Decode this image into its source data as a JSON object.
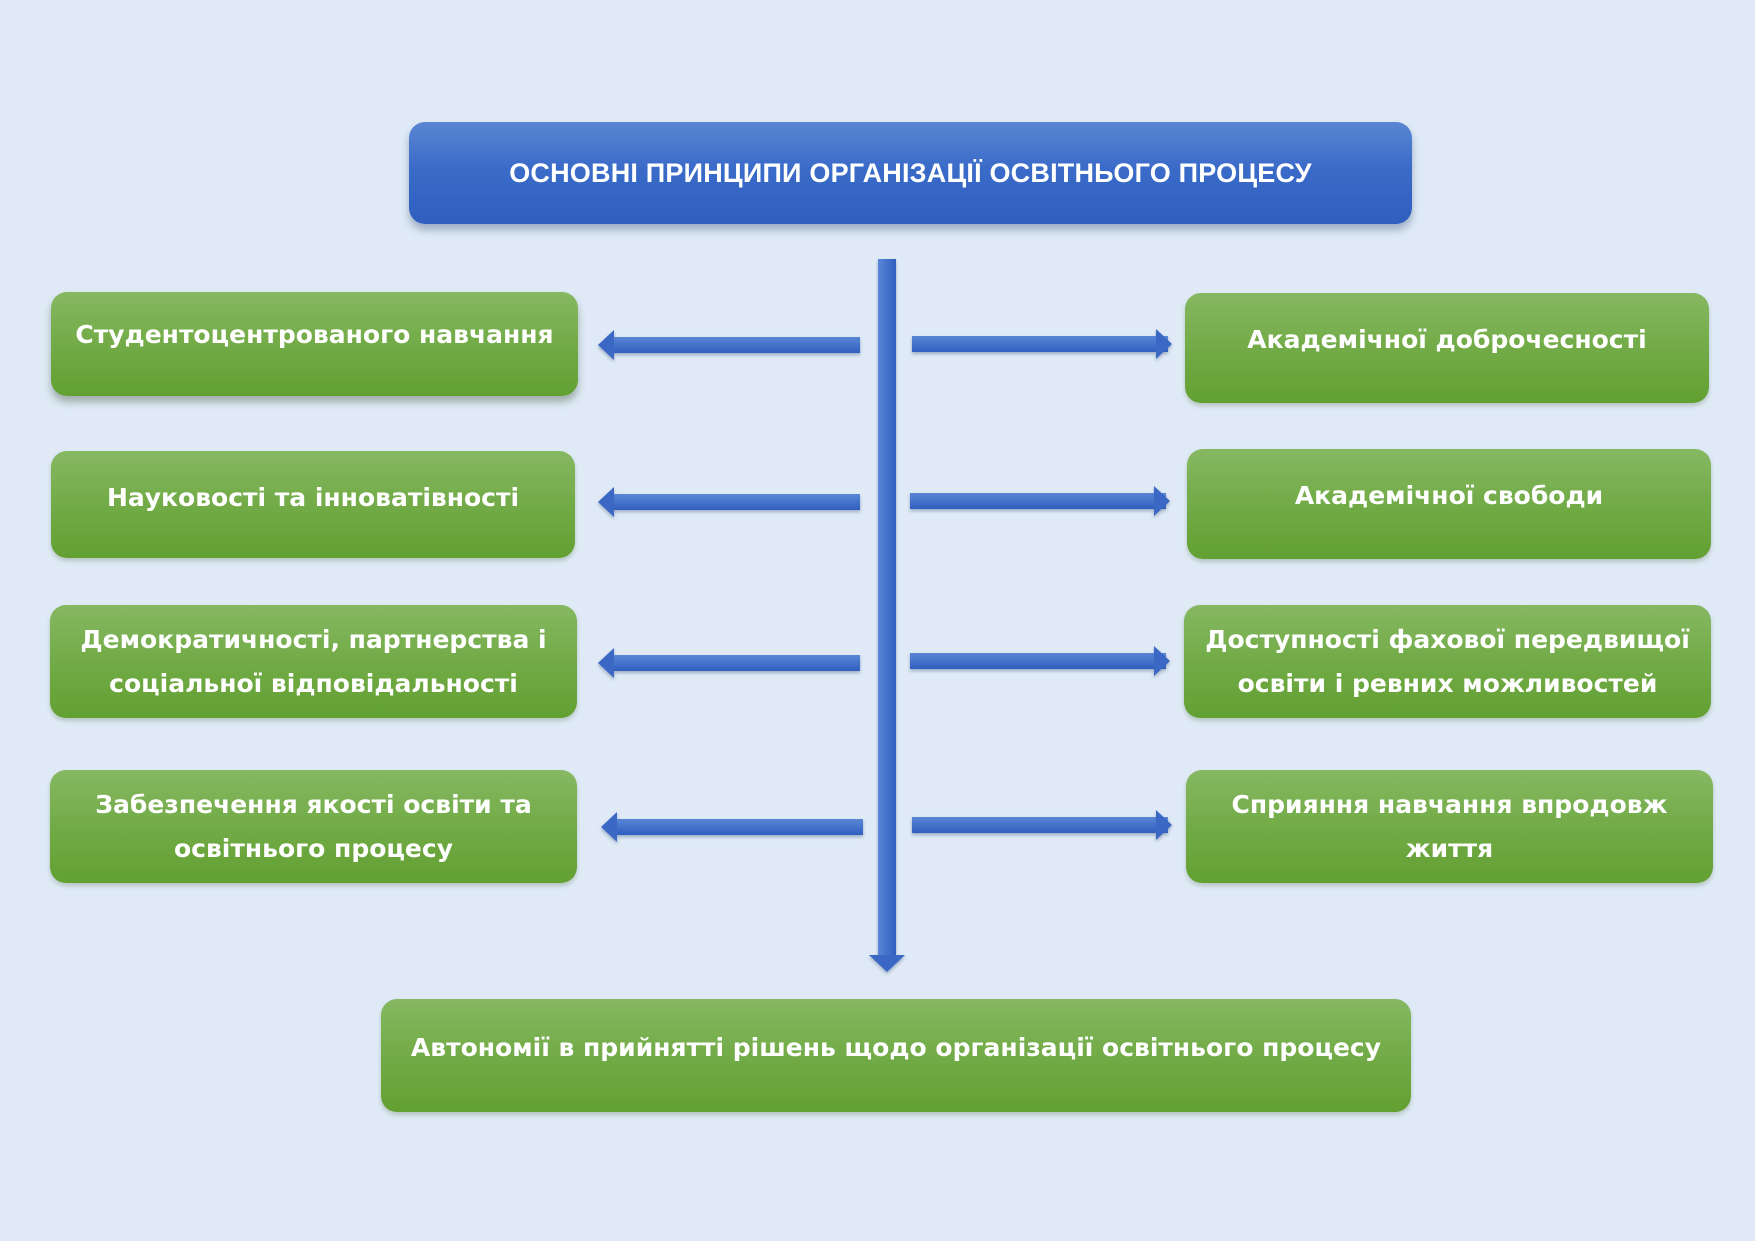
{
  "title": "ОСНОВНІ ПРИНЦИПИ ОРГАНІЗАЦІЇ ОСВІТНЬОГО ПРОЦЕСУ",
  "left_principles": [
    "Студентоцентрованого навчання",
    "Науковості та інноватівності",
    "Демократичності, партнерства і соціальної відповідальності",
    "Забезпечення якості освіти та освітнього процесу"
  ],
  "right_principles": [
    "Академічної доброчесності",
    "Академічної свободи",
    "Доступності фахової передвищої освіти і ревних можливостей",
    "Сприяння навчання впродовж життя"
  ],
  "bottom_principle": "Автономії в прийнятті рішень щодо організації освітнього процесу",
  "colors": {
    "background": "#dfeaf6",
    "title_fill": "#3a6bc8",
    "box_fill": "#72ab47",
    "arrow": "#3f6fc9"
  }
}
